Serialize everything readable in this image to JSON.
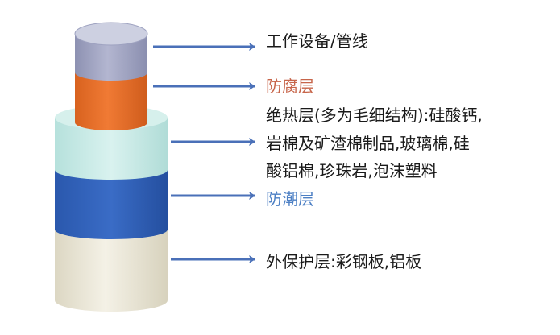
{
  "layers": [
    {
      "id": "equipment",
      "label": "工作设备/管线",
      "color": "#1a1a1a"
    },
    {
      "id": "anticorrosion",
      "label": "防腐层",
      "color": "#c7654a"
    },
    {
      "id": "insulation",
      "lines": [
        "绝热层(多为毛细结构):硅酸钙,",
        "岩棉及矿渣棉制品,玻璃棉,硅",
        "酸铝棉,珍珠岩,泡沫塑料"
      ],
      "color": "#1a1a1a"
    },
    {
      "id": "moisture",
      "label": "防潮层",
      "color": "#4c7fc4"
    },
    {
      "id": "outer",
      "label": "外保护层:彩钢板,铝板",
      "color": "#1a1a1a"
    }
  ],
  "colors": {
    "arrow": "#4a70b8",
    "pipe_top": "#c9ccdf",
    "pipe_body": "#a6a9c6",
    "anticorrosion": "#e7712e",
    "insulation": "#c8ece8",
    "moisture": "#2e60b8",
    "outer": "#eeeadb"
  }
}
